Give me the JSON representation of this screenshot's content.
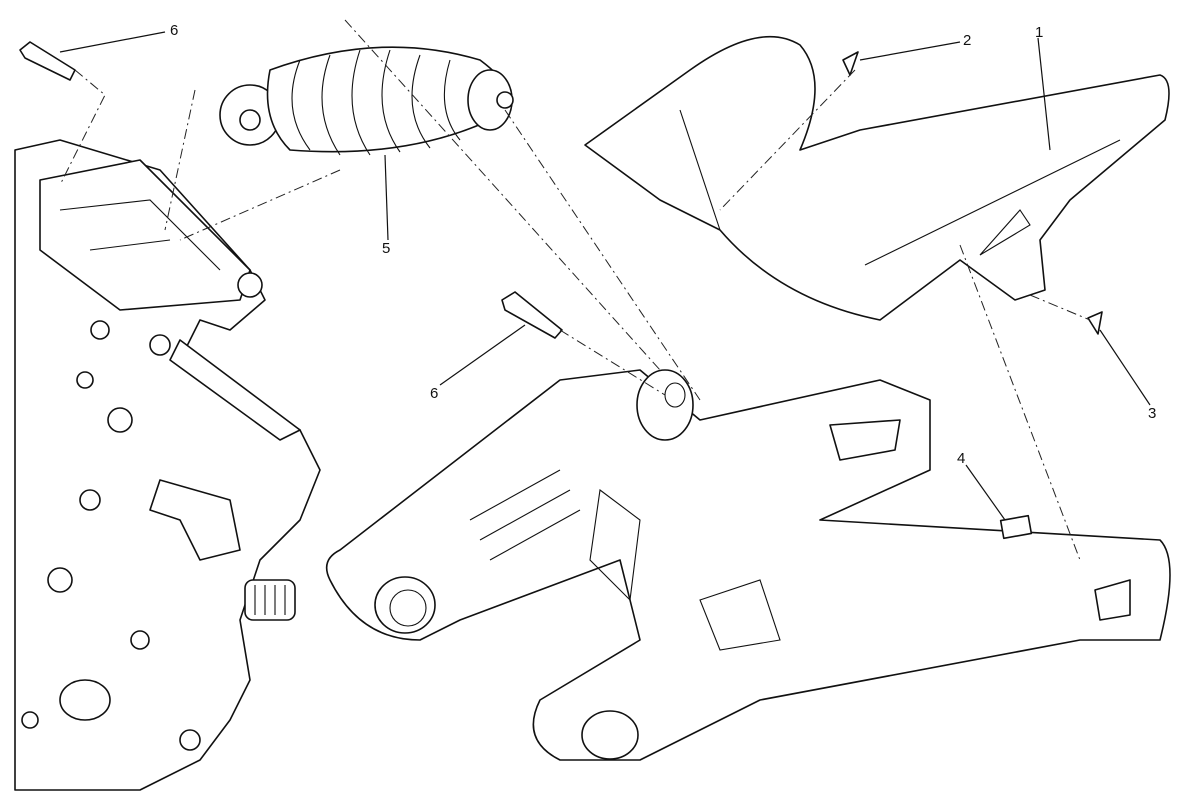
{
  "diagram": {
    "callouts": [
      {
        "id": "c1",
        "label": "1"
      },
      {
        "id": "c2",
        "label": "2"
      },
      {
        "id": "c3",
        "label": "3"
      },
      {
        "id": "c4",
        "label": "4"
      },
      {
        "id": "c5",
        "label": "5"
      },
      {
        "id": "c6a",
        "label": "6"
      },
      {
        "id": "c6b",
        "label": "6"
      }
    ]
  }
}
